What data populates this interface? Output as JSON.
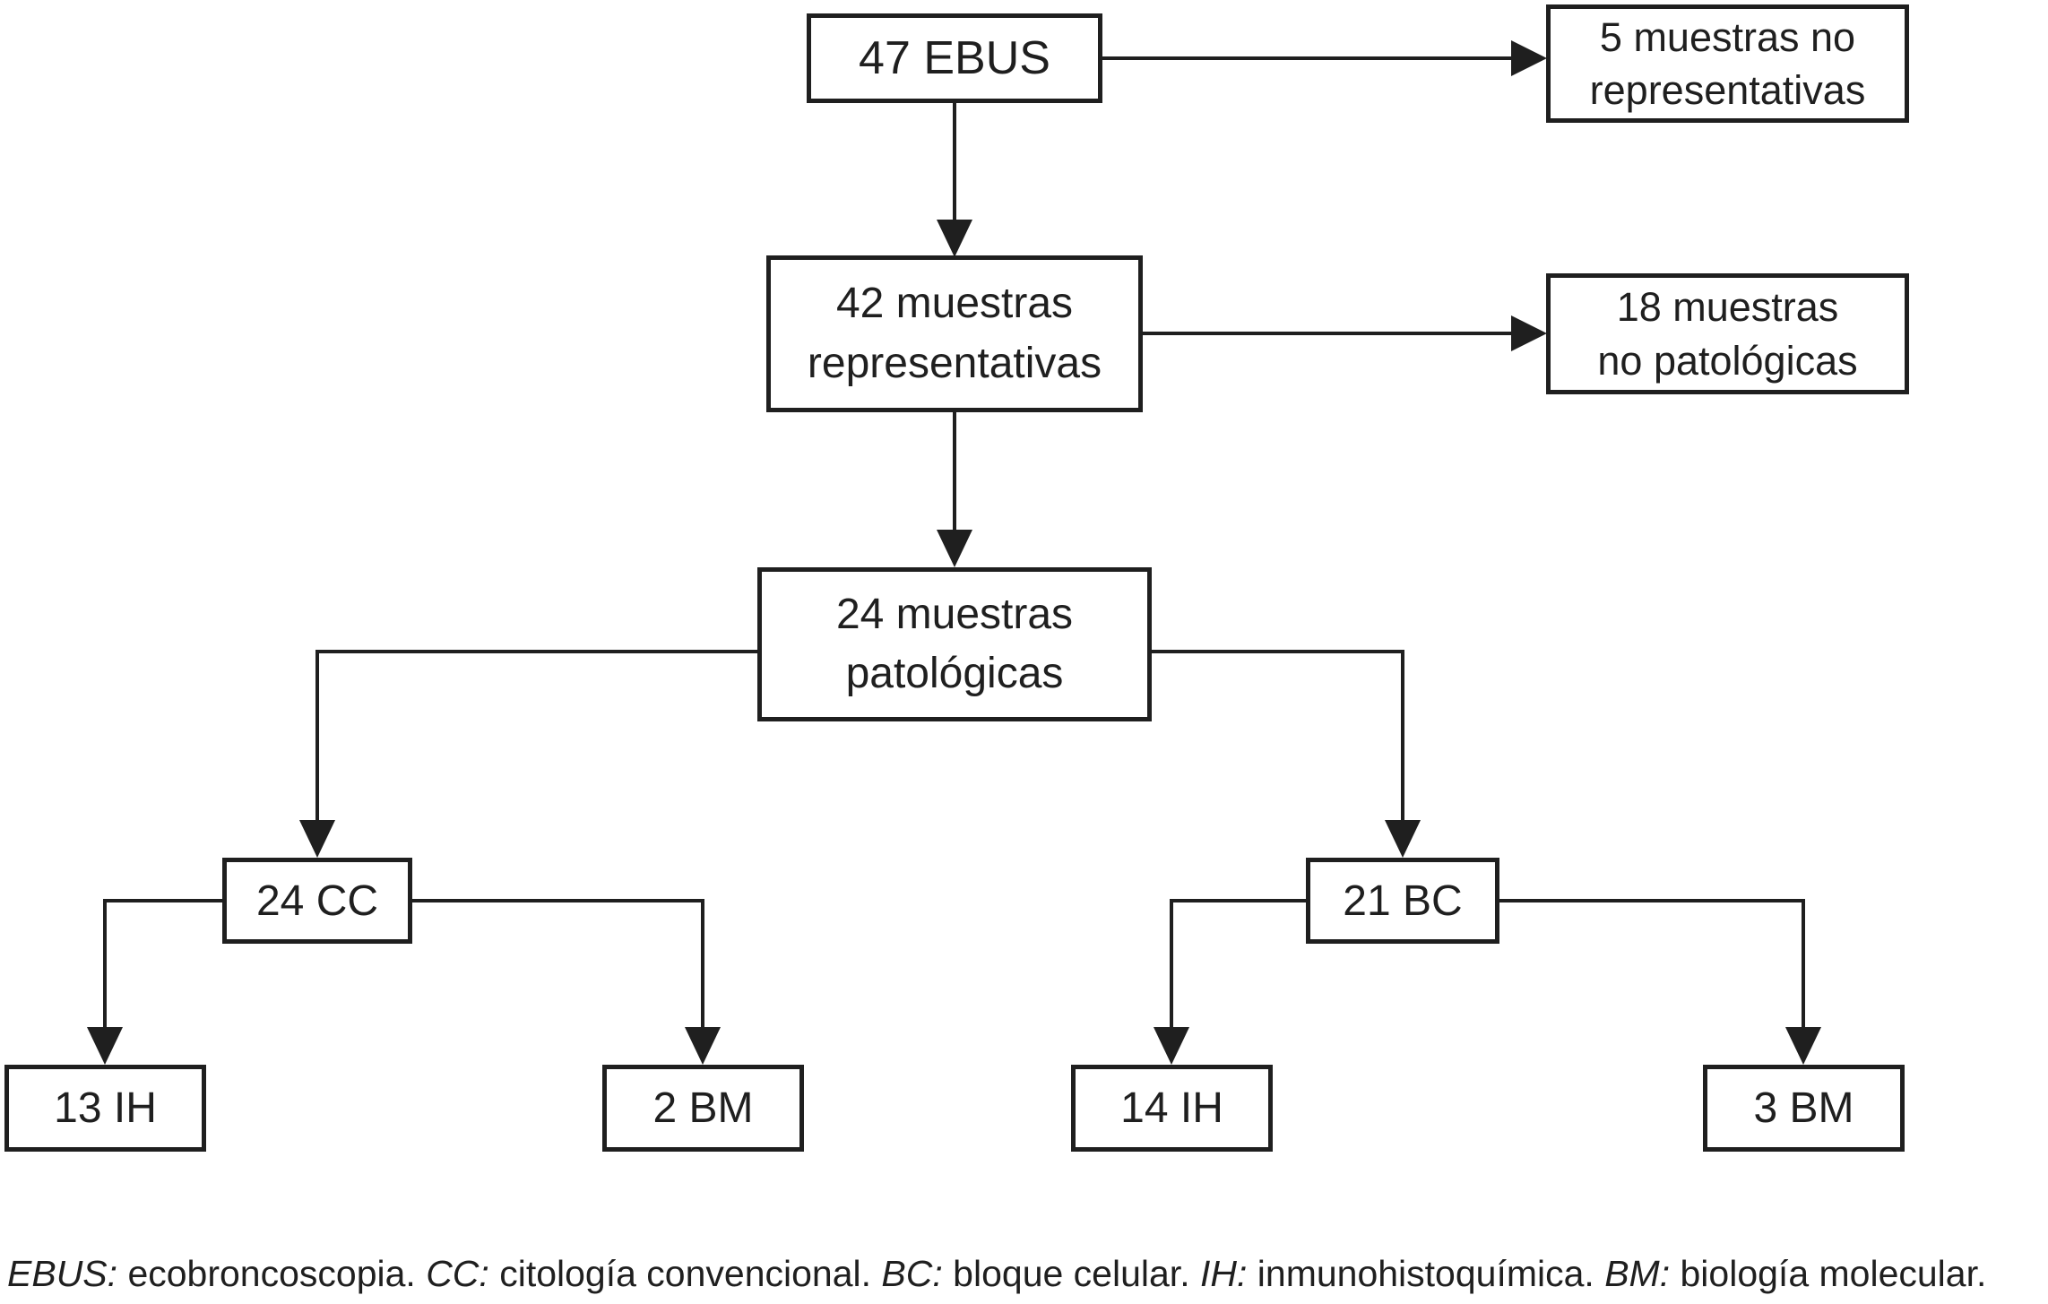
{
  "diagram": {
    "nodes": {
      "ebus": {
        "label": "47 EBUS"
      },
      "no_representativas": {
        "line1": "5 muestras no",
        "line2": "representativas"
      },
      "representativas": {
        "line1": "42 muestras",
        "line2": "representativas"
      },
      "no_patologicas": {
        "line1": "18 muestras",
        "line2": "no patológicas"
      },
      "patologicas": {
        "line1": "24 muestras",
        "line2": "patológicas"
      },
      "cc": {
        "label": "24 CC"
      },
      "bc": {
        "label": "21 BC"
      },
      "cc_ih": {
        "label": "13 IH"
      },
      "cc_bm": {
        "label": "2 BM"
      },
      "bc_ih": {
        "label": "14 IH"
      },
      "bc_bm": {
        "label": "3 BM"
      }
    },
    "legend": {
      "segments": [
        {
          "abbr": "EBUS:",
          "text": " ecobroncoscopia. "
        },
        {
          "abbr": "CC:",
          "text": " citología convencional. "
        },
        {
          "abbr": "BC:",
          "text": " bloque celular. "
        },
        {
          "abbr": "IH:",
          "text": " inmunohistoquímica. "
        },
        {
          "abbr": "BM:",
          "text": " biología molecular."
        }
      ]
    },
    "colors": {
      "line": "#1f1f1f",
      "background": "#ffffff",
      "text": "#1f1f1f"
    }
  }
}
